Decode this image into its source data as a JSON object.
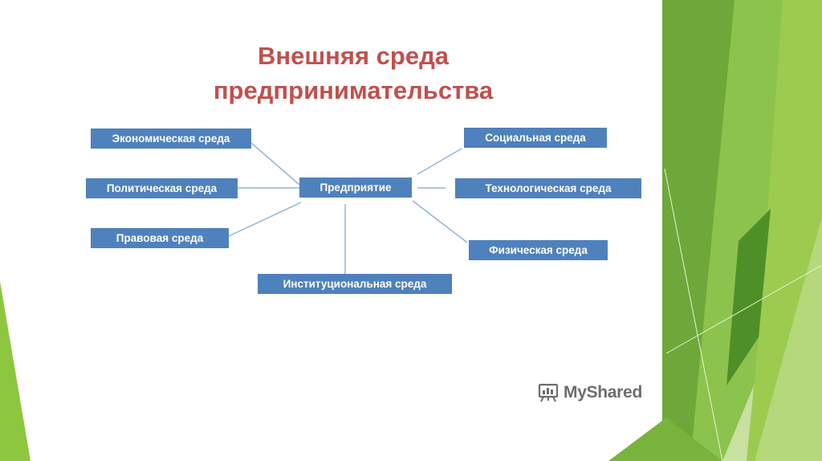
{
  "slide": {
    "title_line1": "Внешняя среда",
    "title_line2": "предпринимательства"
  },
  "diagram": {
    "center": "Предприятие",
    "nodes": [
      {
        "id": "economic",
        "label": "Экономическая среда"
      },
      {
        "id": "political",
        "label": "Политическая среда"
      },
      {
        "id": "legal",
        "label": "Правовая среда"
      },
      {
        "id": "institutional",
        "label": "Институциональная среда"
      },
      {
        "id": "social",
        "label": "Социальная среда"
      },
      {
        "id": "technological",
        "label": "Технологическая среда"
      },
      {
        "id": "physical",
        "label": "Физическая среда"
      }
    ]
  },
  "watermark": {
    "text": "MyShared",
    "icon": "presentation-board-icon"
  },
  "colors": {
    "title": "#c0504d",
    "node_fill": "#4f81bd",
    "node_text": "#ffffff",
    "connector": "#95b3d7",
    "accent_green": "#8dc63f",
    "dark_green": "#5a9a2e"
  }
}
